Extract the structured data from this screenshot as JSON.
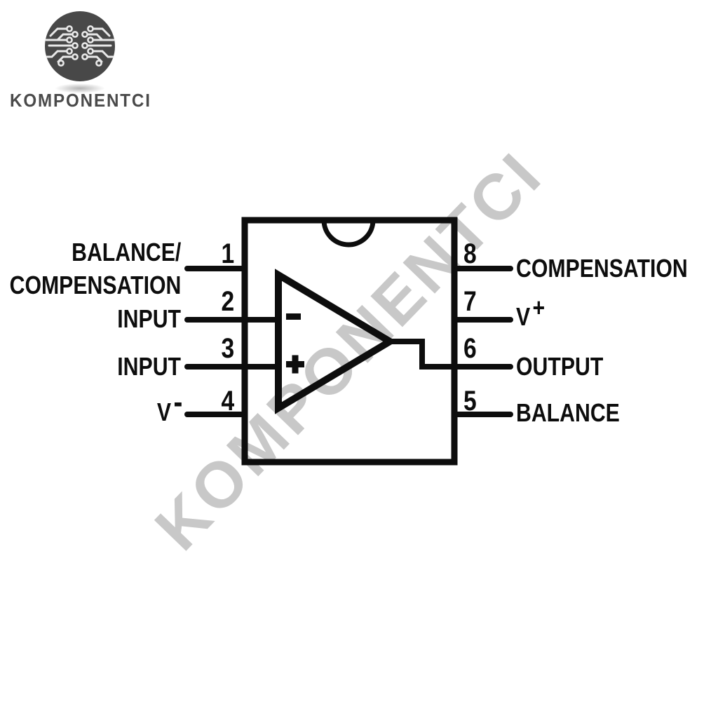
{
  "colors": {
    "background": "#ffffff",
    "line": "#0d0d0d",
    "watermark": "#c8c8c8",
    "logo_disc": "#484848",
    "logo_traces": "#e9e9e9",
    "logo_text": "#4a4a4a"
  },
  "logo": {
    "icon": "circuit-board-circle-icon",
    "wordmark": "KOMPONENTCI"
  },
  "watermark": {
    "text": "KOMPONENTCI"
  },
  "diagram": {
    "opamp": {
      "inverting_icon": "minus-icon",
      "noninverting_icon": "plus-icon",
      "package_icon": "pin1-notch-semicircle-icon"
    },
    "pins": {
      "left": [
        {
          "number": "1",
          "label_line1": "BALANCE/",
          "label_line2": "COMPENSATION"
        },
        {
          "number": "2",
          "label": "INPUT"
        },
        {
          "number": "3",
          "label": "INPUT"
        },
        {
          "number": "4",
          "label": "V",
          "label_sup": "-"
        }
      ],
      "right": [
        {
          "number": "8",
          "label": "COMPENSATION"
        },
        {
          "number": "7",
          "label": "V",
          "label_sup": "+"
        },
        {
          "number": "6",
          "label": "OUTPUT"
        },
        {
          "number": "5",
          "label": "BALANCE"
        }
      ]
    }
  }
}
